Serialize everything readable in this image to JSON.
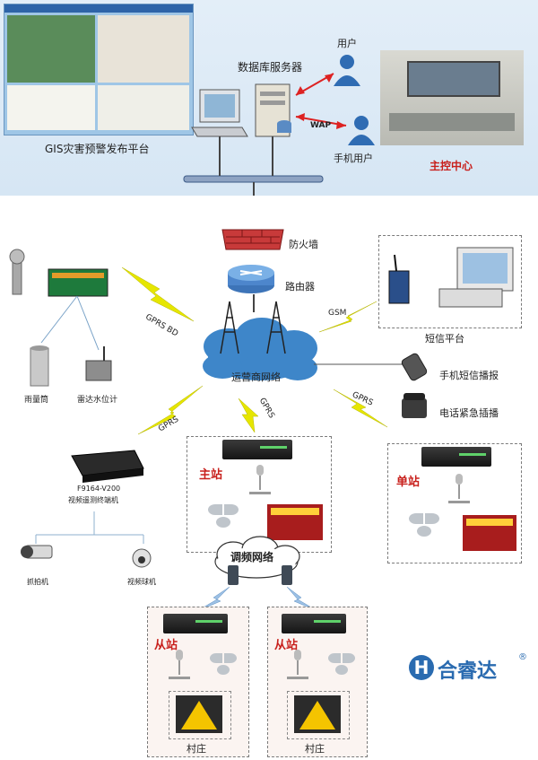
{
  "top": {
    "gis_caption": "GIS灾害预警发布平台",
    "db_server": "数据库服务器",
    "user": "用户",
    "mobile_user": "手机用户",
    "wap": "WAP",
    "control_center": "主控中心"
  },
  "network": {
    "firewall": "防火墙",
    "router": "路由器",
    "carrier": "运营商网络",
    "gprs_bd": "GPRS  BD",
    "gsm": "GSM",
    "gprs_left": "GPRS",
    "gprs_center": "GPRS",
    "gprs_right": "GPRS",
    "fm_network": "调频网络"
  },
  "left_devices": {
    "rain_gauge": "雨量筒",
    "radar_level": "雷达水位计",
    "terminal_model": "F9164-V200",
    "terminal_desc": "视频遥测终端机",
    "capture_cam": "抓拍机",
    "dome_cam": "视频球机"
  },
  "right_side": {
    "sms_platform": "短信平台",
    "mobile_sms": "手机短信播报",
    "phone_emergency": "电话紧急插播"
  },
  "stations": {
    "master": "主站",
    "single": "单站",
    "slave1": "从站",
    "slave2": "从站",
    "village1": "村庄",
    "village2": "村庄"
  },
  "brand": {
    "name": "合睿达",
    "reg": "®"
  },
  "colors": {
    "cloud": "#3e86c9",
    "lightning": "#e6e600",
    "label_red": "#c8201c",
    "brand_blue": "#2a6bb0"
  }
}
